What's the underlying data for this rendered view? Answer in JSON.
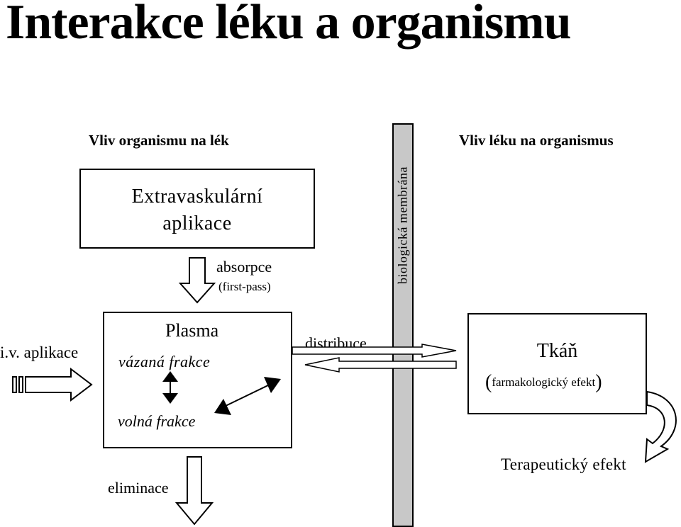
{
  "title": "Interakce léku a organismu",
  "left_heading": "Vliv organismu na lék",
  "right_heading": "Vliv léku na organismus",
  "extravascular_box": {
    "line1": "Extravaskulární",
    "line2": "aplikace"
  },
  "absorption": {
    "label": "absorpce",
    "note": "(first-pass)"
  },
  "membrane_label": "biologická membrána",
  "iv_label": "i.v. aplikace",
  "plasma_box": {
    "title": "Plasma",
    "bound": "vázaná frakce",
    "free": "volná frakce"
  },
  "distribution_label": "distribuce",
  "tissue_box": {
    "title": "Tkáň",
    "note_open": "(",
    "note": "farmakologický efekt",
    "note_close": ")"
  },
  "therapeutic_effect": "Terapeutický efekt",
  "elimination": "eliminace"
}
